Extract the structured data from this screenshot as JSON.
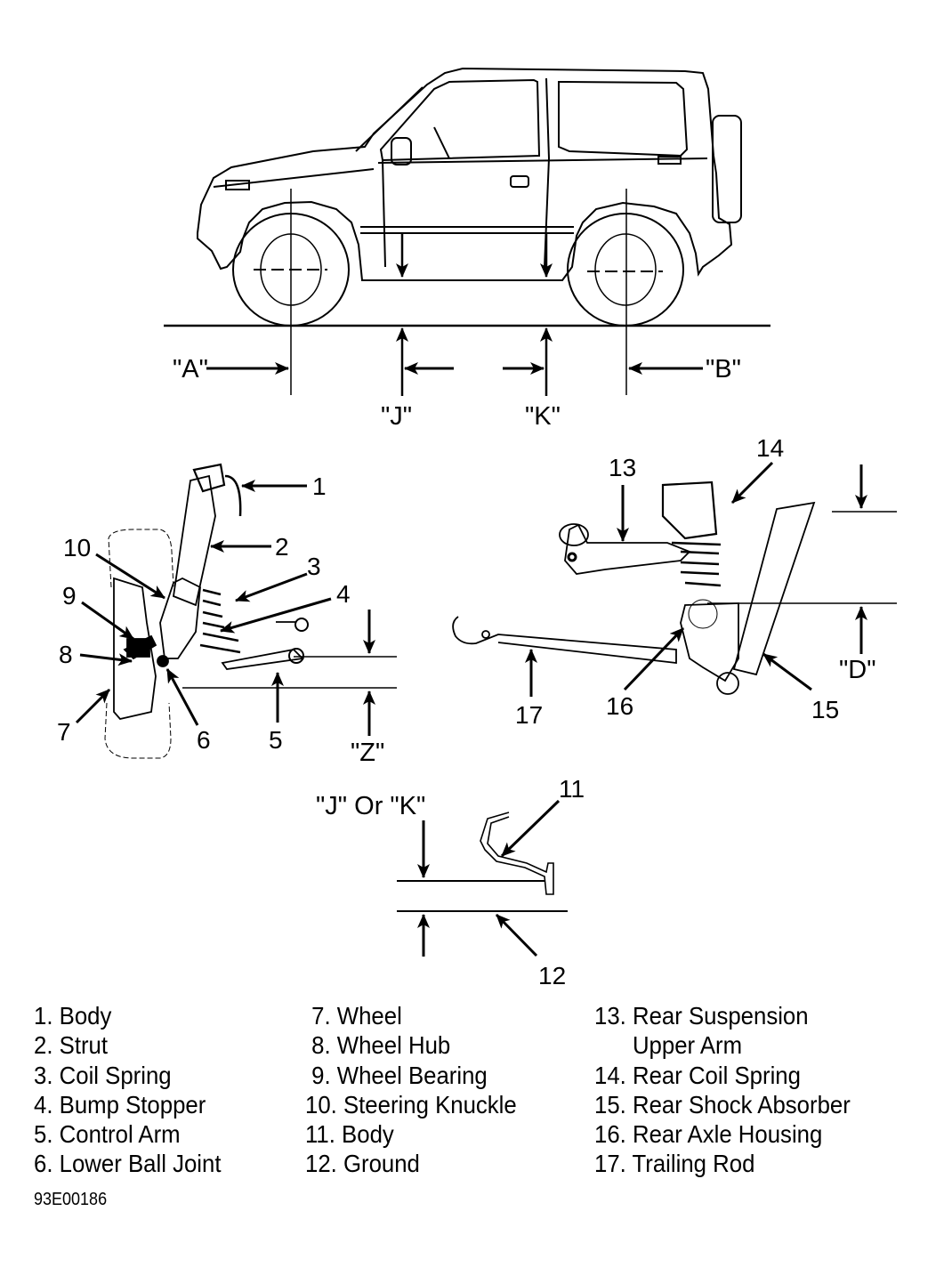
{
  "figure": {
    "id": "93E00186",
    "vehicle_view": {
      "measurement_labels": [
        "\"A\"",
        "\"B\"",
        "\"J\"",
        "\"K\""
      ]
    },
    "front_suspension_view": {
      "measurement_label": "\"Z\"",
      "callouts": [
        "1",
        "2",
        "3",
        "4",
        "5",
        "6",
        "7",
        "8",
        "9",
        "10"
      ]
    },
    "rear_suspension_view": {
      "measurement_label": "\"D\"",
      "callouts": [
        "13",
        "14",
        "15",
        "16",
        "17"
      ]
    },
    "sill_view": {
      "title": "\"J\" Or \"K\"",
      "callouts": [
        "11",
        "12"
      ]
    }
  },
  "legend": {
    "column1": [
      "1. Body",
      "2. Strut",
      "3. Coil Spring",
      "4. Bump Stopper",
      "5. Control Arm",
      "6. Lower Ball Joint"
    ],
    "column2": [
      " 7. Wheel",
      " 8. Wheel Hub",
      " 9. Wheel Bearing",
      "10. Steering Knuckle",
      "11. Body",
      "12. Ground"
    ],
    "column3": [
      "13. Rear Suspension",
      "      Upper Arm",
      "14. Rear Coil Spring",
      "15. Rear Shock Absorber",
      "16. Rear Axle Housing",
      "17. Trailing Rod"
    ]
  }
}
